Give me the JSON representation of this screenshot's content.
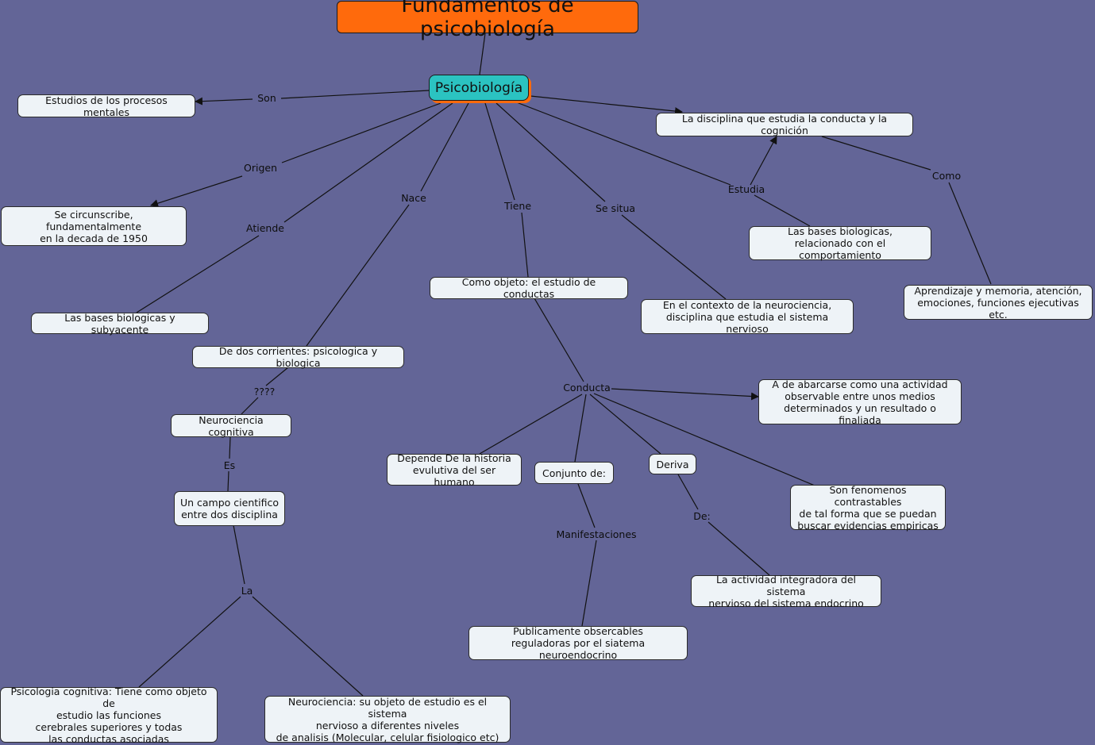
{
  "colors": {
    "background": "#636597",
    "title_fill": "#ff6a0c",
    "root_fill": "#2bc3c1",
    "node_fill": "#eef3f7",
    "line": "#111111"
  },
  "nodes": {
    "title": "Fundamentos de psicobiología",
    "psicobiologia": "Psicobiología",
    "estudios": "Estudios de los procesos mentales",
    "disciplina": "La disciplina que estudia la conducta y la cognición",
    "circunscribe": "Se circunscribe, fundamentalmente\nen la decada de 1950",
    "bases_relacionado": "Las bases biologicas,\nrelacionado con el comportamiento",
    "aprendizaje": "Aprendizaje y memoria, atención,\nemociones, funciones ejecutivas etc.",
    "objeto": "Como objeto: el estudio de conductas",
    "contexto": "En el contexto de la neurociencia,\ndisciplina que estudia el sistema nervioso",
    "bases_subyacente": "Las bases biologicas y subyacente",
    "corrientes": "De dos corrientes: psicologica y biologica",
    "abarcarse": "A de abarcarse como una actividad\nobservable entre unos medios\ndeterminados y un resultado o finaliada",
    "neurociencia_cognitiva": "Neurociencia cognitiva",
    "historia": "Depende De la historia\nevulutiva del ser humano",
    "conjunto": "Conjunto de:",
    "deriva": "Deriva",
    "fenomenos": "Son fenomenos contrastables\nde tal forma que se puedan\nbuscar evidencias empiricas",
    "campo": "Un campo cientifico\nentre dos disciplina",
    "actividad": "La actividad integradora del sistema\nnervioso del sistema endocrino",
    "publicamente": "Publicamente obsercables\nreguladoras por el siatema neuroendocrino",
    "psicologia_cognitiva": "Psicologia cognitiva: Tiene como objeto de\nestudio las funciones\ncerebrales superiores y todas\nlas conductas asociadas",
    "neurociencia": "Neurociencia: su objeto de estudio es el sistema\nnervioso a diferentes niveles\nde analisis (Molecular, celular fisiologico etc)"
  },
  "link_labels": {
    "son": "Son",
    "origen": "Origen",
    "atiende": "Atiende",
    "nace": "Nace",
    "tiene": "Tiene",
    "se_situa": "Se situa",
    "estudia": "Estudia",
    "como": "Como",
    "interrogante": "????",
    "es": "Es",
    "la": "La",
    "conducta": "Conducta",
    "manifestaciones": "Manifestaciones",
    "de": "De:"
  }
}
